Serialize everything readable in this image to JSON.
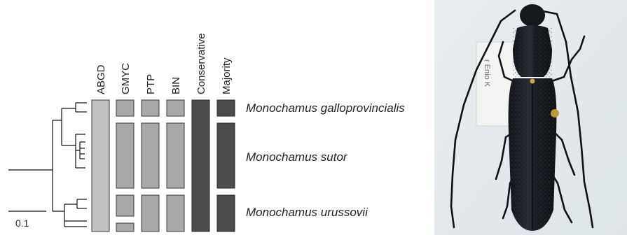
{
  "columns": [
    "ABGD",
    "GMYC",
    "PTP",
    "BIN",
    "Conservative",
    "Majority"
  ],
  "species": [
    "Monochamus galloprovincialis",
    "Monochamus sutor",
    "Monochamus urussovii"
  ],
  "scale_bar": {
    "label": "0.1"
  },
  "specimen_label_fragment": "r Enio K",
  "colors": {
    "light_bar": "#c2c2c4",
    "medium_bar": "#a9a9ab",
    "dark_bar": "#4a4c4e",
    "outline": "#3a3a3a",
    "tree": "#111111",
    "photo_bg": "#e5ebee",
    "beetle": "#1c1f24"
  },
  "icons": {
    "photo": "beetle-specimen-photo"
  }
}
